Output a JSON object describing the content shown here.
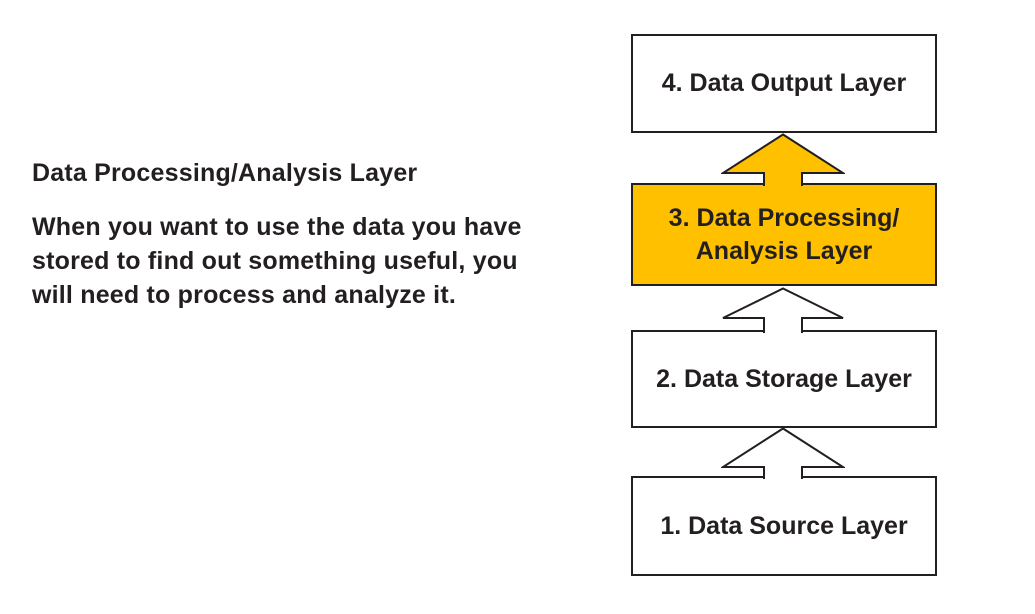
{
  "page": {
    "background": "#ffffff"
  },
  "left_panel": {
    "heading": "Data Processing/Analysis Layer",
    "body_lines": [
      "When you want to use the data you have",
      "stored to find out something useful, you",
      "will need to process and analyze it."
    ]
  },
  "diagram": {
    "colors": {
      "highlight": "#ffc000",
      "outline": "#231f20",
      "box_fill": "#ffffff"
    },
    "boxes": [
      {
        "id": "layer-4",
        "label": "4. Data Output Layer",
        "highlighted": false
      },
      {
        "id": "layer-3",
        "label": "3. Data Processing/\nAnalysis Layer",
        "highlighted": true
      },
      {
        "id": "layer-2",
        "label": "2. Data Storage Layer",
        "highlighted": false
      },
      {
        "id": "layer-1",
        "label": "1. Data Source Layer",
        "highlighted": false
      }
    ],
    "arrows": [
      {
        "from": "layer-3",
        "to": "layer-4",
        "direction": "up",
        "fill": "#ffc000"
      },
      {
        "from": "layer-2",
        "to": "layer-3",
        "direction": "up",
        "fill": "#ffffff"
      },
      {
        "from": "layer-1",
        "to": "layer-2",
        "direction": "up",
        "fill": "#ffffff"
      }
    ]
  }
}
